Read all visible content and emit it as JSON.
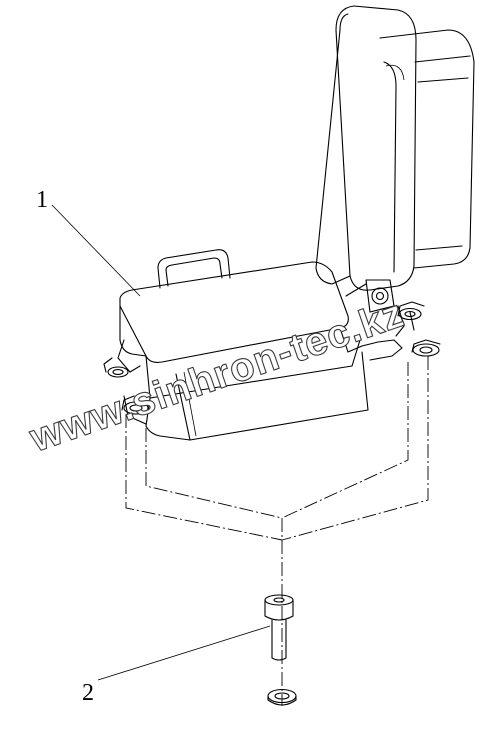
{
  "callouts": [
    {
      "label": "1"
    },
    {
      "label": "2"
    }
  ],
  "watermark": {
    "text": "www.sinhron-tec.kz"
  }
}
